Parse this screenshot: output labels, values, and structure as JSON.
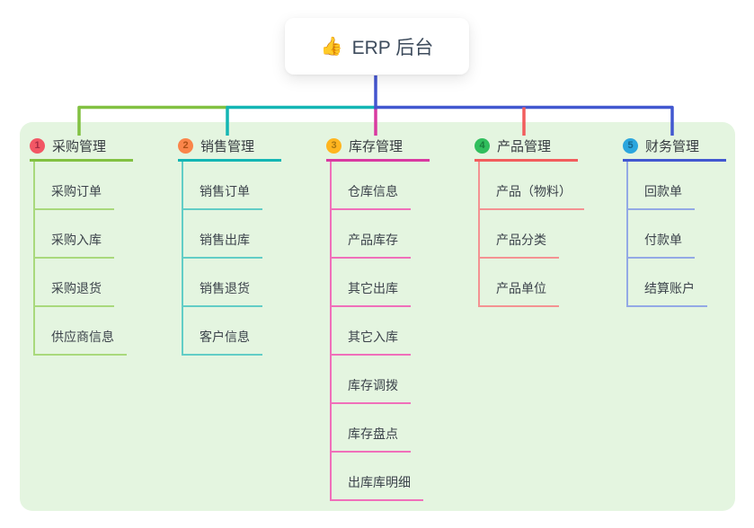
{
  "root": {
    "label": "ERP 后台",
    "icon": "thumbs-up-icon",
    "icon_glyph": "👍",
    "line_color": "#4455cf"
  },
  "panel": {
    "background": "#e4f5e0"
  },
  "branches": [
    {
      "num": "1",
      "label": "采购管理",
      "line_color": "#82c142",
      "child_line_color": "#a9d97c",
      "badge_bg": "#f25765",
      "badge_fg": "#a62b44",
      "children": [
        "采购订单",
        "采购入库",
        "采购退货",
        "供应商信息"
      ]
    },
    {
      "num": "2",
      "label": "销售管理",
      "line_color": "#14b6b4",
      "child_line_color": "#62cdc6",
      "badge_bg": "#fa854a",
      "badge_fg": "#ad4f16",
      "children": [
        "销售订单",
        "销售出库",
        "销售退货",
        "客户信息"
      ]
    },
    {
      "num": "3",
      "label": "库存管理",
      "line_color": "#d93aa1",
      "child_line_color": "#f06fba",
      "badge_bg": "#ffb51f",
      "badge_fg": "#a97711",
      "children": [
        "仓库信息",
        "产品库存",
        "其它出库",
        "其它入库",
        "库存调拨",
        "库存盘点",
        "出库库明细"
      ]
    },
    {
      "num": "4",
      "label": "产品管理",
      "line_color": "#f25d5d",
      "child_line_color": "#f49292",
      "badge_bg": "#31be5d",
      "badge_fg": "#187c3b",
      "children": [
        "产品（物料）",
        "产品分类",
        "产品单位"
      ]
    },
    {
      "num": "5",
      "label": "财务管理",
      "line_color": "#4258d0",
      "child_line_color": "#93a9e5",
      "badge_bg": "#2ba6de",
      "badge_fg": "#15658e",
      "children": [
        "回款单",
        "付款单",
        "结算账户"
      ]
    }
  ]
}
